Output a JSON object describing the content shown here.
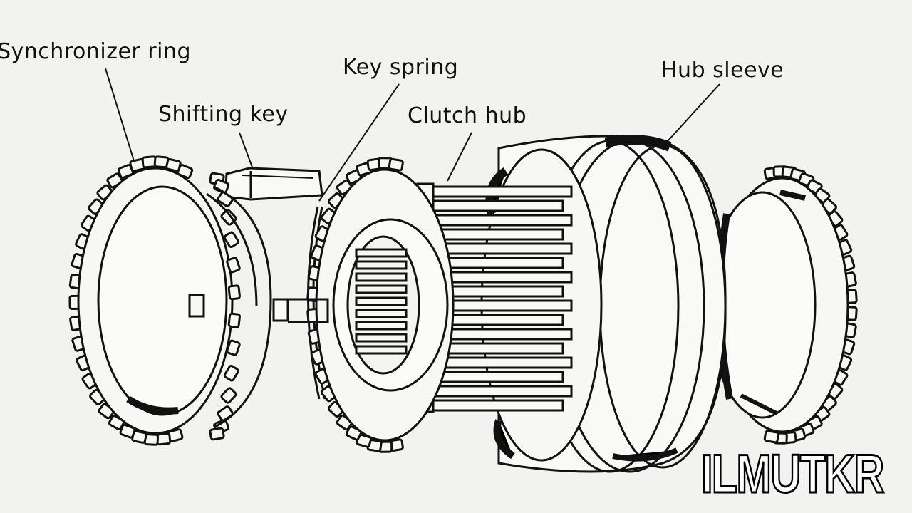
{
  "labels": {
    "synchronizer_ring": "Synchronizer ring",
    "shifting_key": "Shifting key",
    "key_spring": "Key spring",
    "clutch_hub": "Clutch hub",
    "hub_sleeve": "Hub sleeve"
  },
  "watermark": "ILMUTKR",
  "colors": {
    "background": "#f2f2f0",
    "ink": "#111111"
  }
}
